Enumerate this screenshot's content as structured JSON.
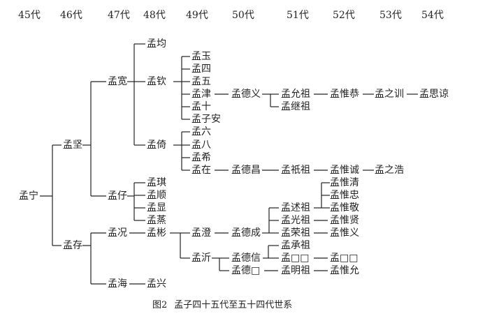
{
  "generations": [
    "45代",
    "46代",
    "47代",
    "48代",
    "49代",
    "50代",
    "51代",
    "52代",
    "53代",
    "54代"
  ],
  "nodes": [
    "孟宁",
    "孟坚",
    "孟存",
    "孟宽",
    "孟仔",
    "孟况",
    "孟海",
    "孟均",
    "孟钦",
    "孟倚",
    "孟琪",
    "孟顺",
    "孟显",
    "孟蒸",
    "孟彬",
    "孟兴",
    "孟玉",
    "孟四",
    "孟五",
    "孟津",
    "孟十",
    "孟子安",
    "孟六",
    "孟八",
    "孟希",
    "孟在",
    "孟澄",
    "孟沂",
    "孟德义",
    "孟德昌",
    "孟德成",
    "孟德信",
    "孟德□",
    "孟允祖",
    "孟继祖",
    "孟祇祖",
    "孟述祖",
    "孟光祖",
    "孟荣祖",
    "孟承祖",
    "孟□□",
    "孟明祖",
    "孟惟恭",
    "孟惟诚",
    "孟惟清",
    "孟惟忠",
    "孟惟敬",
    "孟惟贤",
    "孟惟义",
    "孟□□",
    "孟惟允",
    "孟之训",
    "孟之浩",
    "孟思谅"
  ],
  "caption": {
    "figure": "图2",
    "title": "孟子四十五代至五十四代世系"
  }
}
